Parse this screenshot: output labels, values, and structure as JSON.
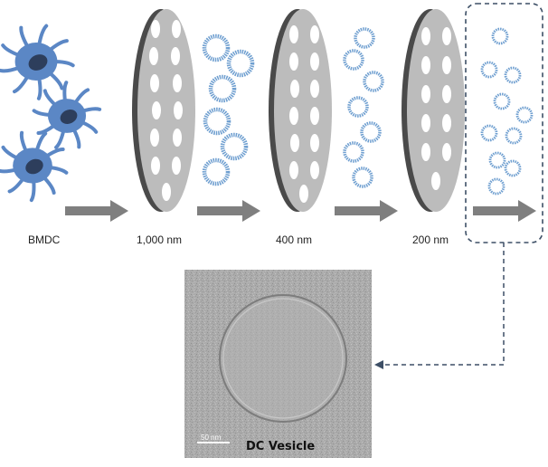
{
  "labels": {
    "cell": "BMDC",
    "filter_1": "1,000 nm",
    "filter_2": "400 nm",
    "filter_3": "200 nm"
  },
  "em_image": {
    "title": "DC Vesicle",
    "scale_bar": "50 nm"
  },
  "colors": {
    "cell_body": "#5b87c5",
    "cell_nucleus": "#2d3e5c",
    "filter_face": "#bcbcbc",
    "filter_edge": "#4a4a4a",
    "arrow": "#7f7f7f",
    "vesicle": "#6f9fd0",
    "dashed_box": "#3d4f66",
    "em_background": "#a8a8a8"
  },
  "icons": [
    "dendritic-cell-icon",
    "membrane-filter-icon",
    "vesicle-icon",
    "process-arrow-icon"
  ]
}
